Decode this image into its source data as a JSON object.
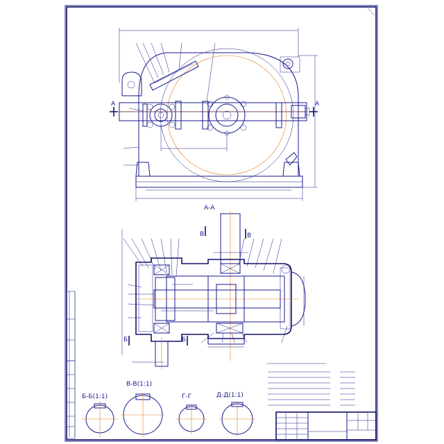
{
  "views": {
    "main_view": {
      "cut_markers": [
        "A",
        "A"
      ]
    },
    "section_aa": {
      "title": "А-А",
      "cut_markers": [
        "В",
        "В",
        "Б",
        "Б"
      ]
    },
    "sections_bottom": [
      {
        "title": "Б-Б(1:1)"
      },
      {
        "title": "В-В(1:1)"
      },
      {
        "title": "Г-Г"
      },
      {
        "title": "Д-Д(1:1)"
      }
    ]
  },
  "colors": {
    "line": "#1a1a8c",
    "line_dark": "#111166",
    "construction": "#e07a20",
    "paper": "#ffffff"
  }
}
